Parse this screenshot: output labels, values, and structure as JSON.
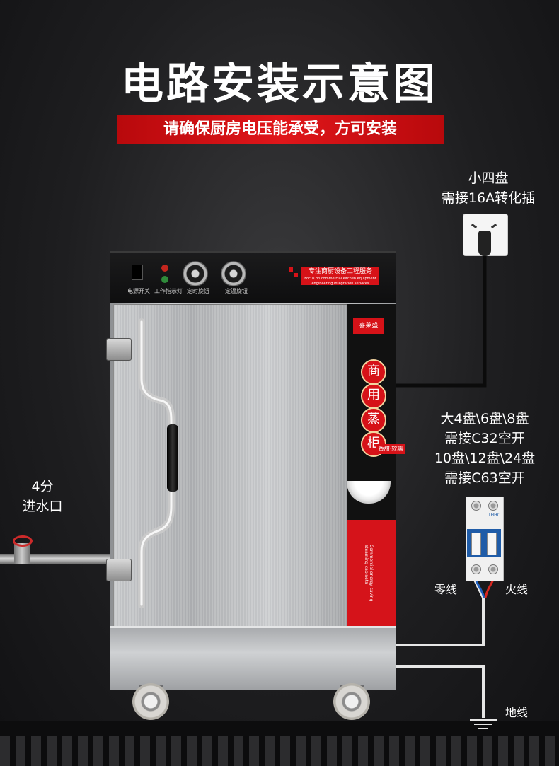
{
  "title": "电路安装示意图",
  "banner": "请确保厨房电压能承受，方可安装",
  "socket_label": {
    "line1": "小四盘",
    "line2": "需接16A转化插"
  },
  "breaker_label": {
    "line1": "大4盘\\6盘\\8盘",
    "line2": "需接C32空开",
    "line3": "10盘\\12盘\\24盘",
    "line4": "需接C63空开"
  },
  "water_label": {
    "line1": "4分",
    "line2": "进水口"
  },
  "wires": {
    "neutral": "零线",
    "live": "火线",
    "ground": "地线"
  },
  "cabinet": {
    "panel_labels": [
      "电源开关",
      "工作指示灯",
      "定时旋钮",
      "定温旋钮"
    ],
    "red_tag_main": "专注商厨设备工程服务",
    "red_tag_sub": "Focus on commercial kitchen equipment engineering integration services",
    "brand": "喜莱盛",
    "vertical_chars": [
      "商",
      "用",
      "蒸",
      "柜"
    ],
    "tag2": "香甜·软糯",
    "side_vertical_text": "Commercial energy-saving steaming cabinets"
  },
  "breaker": {
    "brand": "THHC"
  },
  "colors": {
    "accent_red": "#d61218",
    "breaker_blue": "#1f5ca8",
    "neutral_wire": "#1e5fbf",
    "live_wire": "#d8261f"
  }
}
